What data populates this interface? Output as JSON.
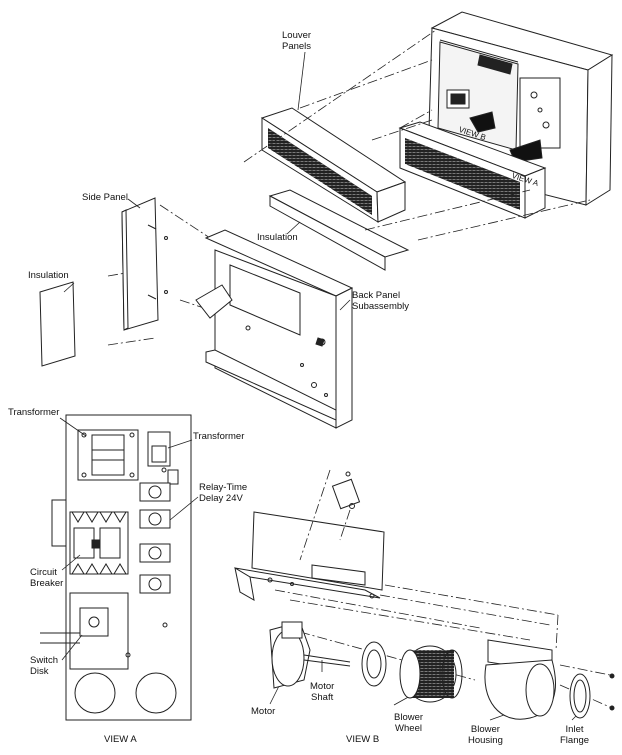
{
  "labels": {
    "louver_panels": "Louver\nPanels",
    "side_panel": "Side Panel",
    "insulation_top": "Insulation",
    "insulation_left": "Insulation",
    "back_panel": "Back Panel\nSubassembly",
    "view_b_tag": "VIEW B",
    "view_a_tag": "VIEW A",
    "transformer_left": "Transformer",
    "transformer_right": "Transformer",
    "relay": "Relay-Time\nDelay 24V",
    "circuit_breaker": "Circuit\nBreaker",
    "switch_disk": "Switch\nDisk",
    "view_a_caption": "VIEW A",
    "view_b_caption": "VIEW B",
    "motor": "Motor",
    "motor_shaft": "Motor\nShaft",
    "blower_wheel": "Blower\nWheel",
    "blower_housing": "Blower\nHousing",
    "inlet_flange": "Inlet\nFlange"
  }
}
